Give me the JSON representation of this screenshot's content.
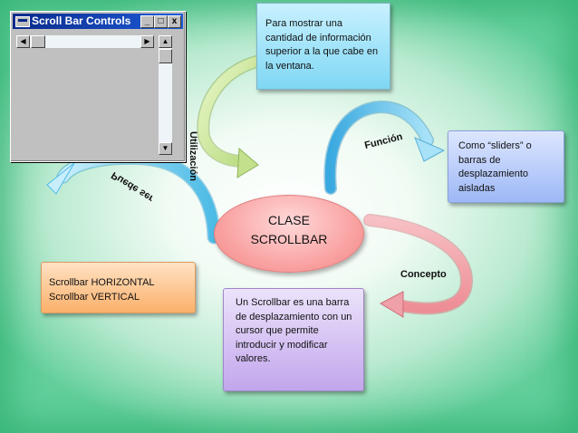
{
  "window": {
    "title": "Scroll Bar Controls",
    "btn_min": "_",
    "btn_max": "□",
    "btn_close": "x"
  },
  "center": {
    "line1": "CLASE",
    "line2": "SCROLLBAR"
  },
  "boxes": {
    "top": [
      "Para mostrar una",
      "cantidad de información",
      "superior a la que cabe en",
      "la ventana."
    ],
    "right": [
      "Como “sliders” o",
      "barras de",
      "desplazamiento",
      "aisladas"
    ],
    "left": [
      "Scrollbar HORIZONTAL",
      "Scrollbar VERTICAL"
    ],
    "bottom": [
      "Un  Scrollbar es una barra",
      "de desplazamiento con un",
      "cursor que permite",
      "introducir y modificar",
      "valores."
    ]
  },
  "labels": {
    "utilizacion": "Utilización",
    "funcion": "Función",
    "concepto": "Concepto",
    "puede_ser": "Puede ser"
  },
  "colors": {
    "background_edge": "#63cf9c",
    "arrow_green": "#cfe89a",
    "arrow_blue": "#6fc8ef",
    "arrow_pink": "#f2a0a6",
    "arrow_cyan": "#7fd3ef"
  }
}
